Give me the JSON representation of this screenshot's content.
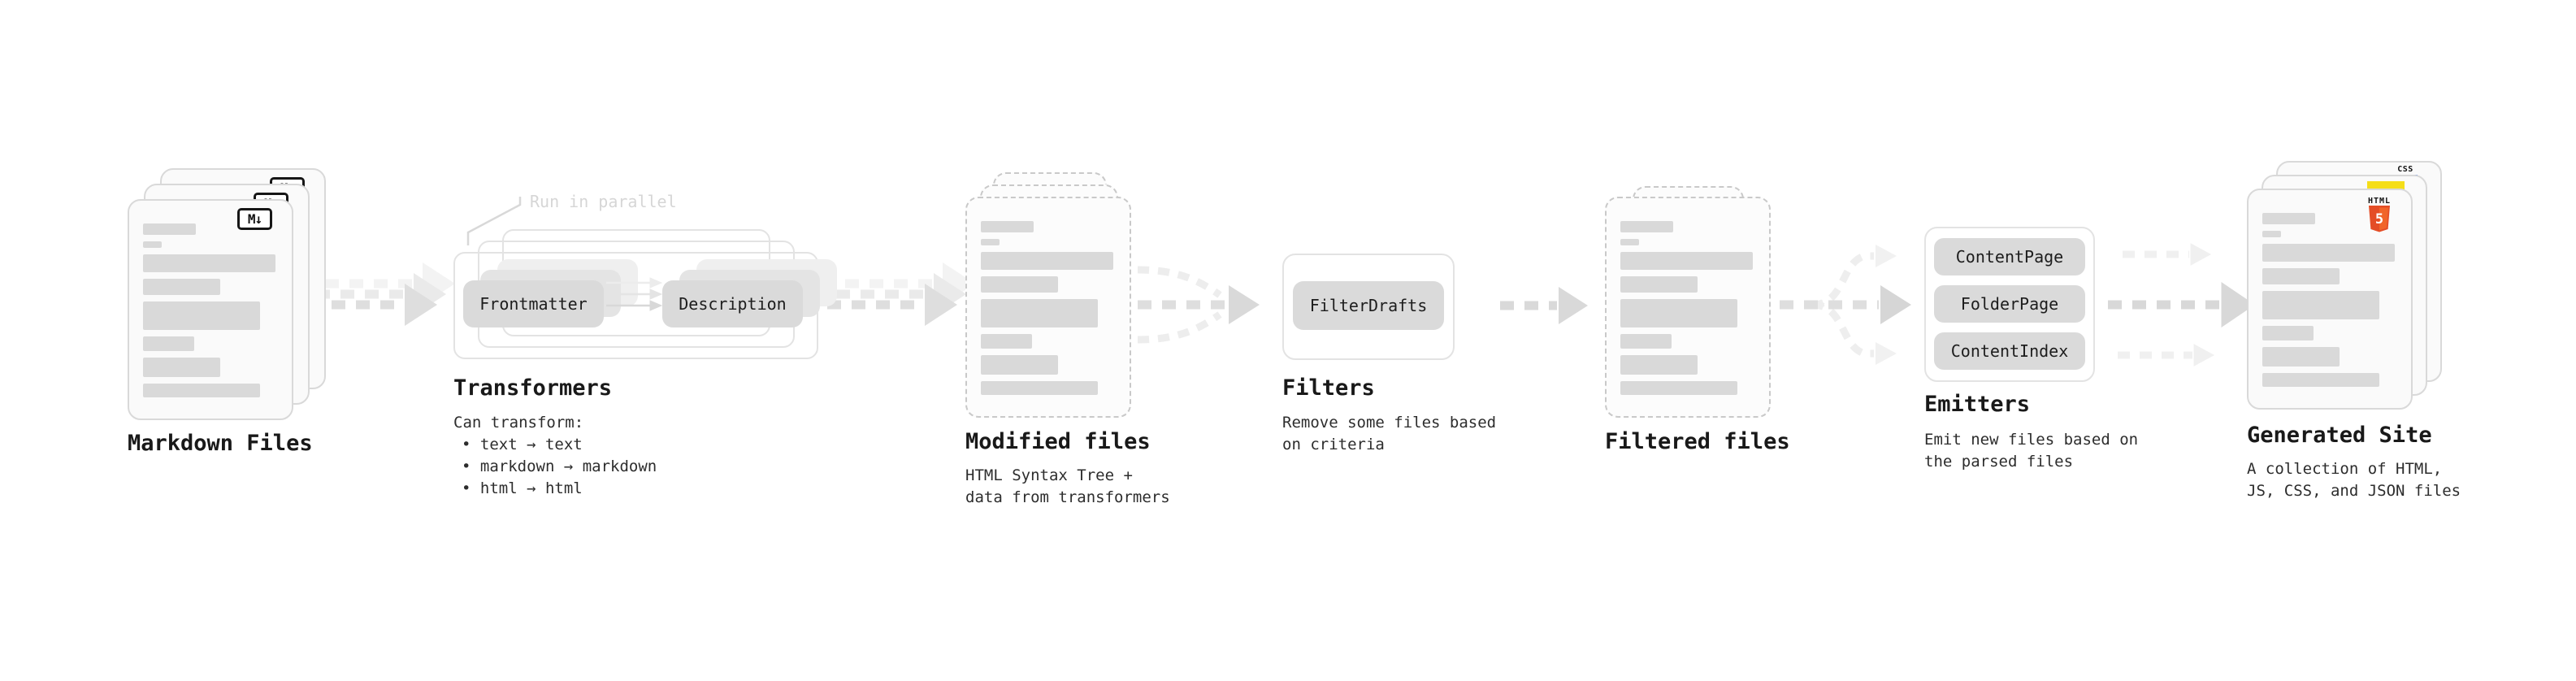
{
  "diagram": {
    "md_badge": "M↓",
    "nodes": {
      "markdown_files": {
        "title": "Markdown Files"
      },
      "transformers": {
        "title": "Transformers",
        "annotation": "Run in parallel",
        "source_step": "Frontmatter",
        "target_step": "Description",
        "desc_intro": "Can transform:",
        "bullets": [
          "• text → text",
          "• markdown → markdown",
          "• html → html"
        ]
      },
      "modified_files": {
        "title": "Modified files",
        "desc": [
          "HTML Syntax Tree +",
          "data from transformers"
        ]
      },
      "filters": {
        "title": "Filters",
        "button": "FilterDrafts",
        "desc": [
          "Remove some files based",
          "on criteria"
        ]
      },
      "filtered_files": {
        "title": "Filtered files"
      },
      "emitters": {
        "title": "Emitters",
        "buttons": [
          "ContentPage",
          "FolderPage",
          "ContentIndex"
        ],
        "desc": [
          "Emit new files based on",
          "the parsed files"
        ]
      },
      "generated_site": {
        "title": "Generated Site",
        "desc": [
          "A collection of HTML,",
          "JS, CSS, and JSON files"
        ],
        "badges": {
          "html_label": "HTML",
          "html_number": "5",
          "css_label": "CSS"
        }
      }
    },
    "colors": {
      "html5_orange": "#e44d26",
      "html5_orange_light": "#f16529",
      "js_yellow": "#f5de19",
      "css_blue": "#2965f1"
    }
  }
}
